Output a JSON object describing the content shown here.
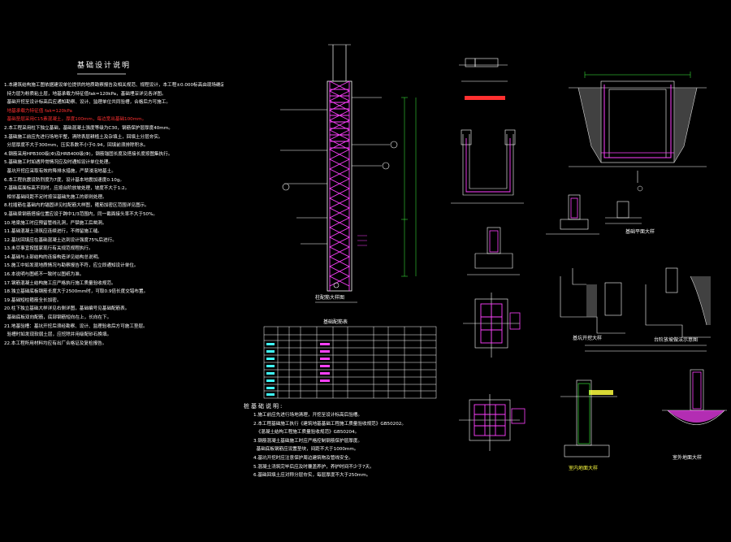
{
  "design_notes": {
    "title": "基础设计说明"
  },
  "column_section": {
    "caption": "柱配筋大样图"
  },
  "table": {
    "caption": "基础配筋表"
  },
  "construction_notes": {
    "title": "桩基础说明:"
  },
  "details": {
    "foundation_caption": "基础平面大样",
    "pit_caption": "基坑开挖大样",
    "step_caption": "台阶放坡做法示意图",
    "pile_caption_left": "室内地面大样",
    "pile_caption_right": "室外地面大样"
  },
  "colors": {
    "background": "#000000",
    "line": "#ffffff",
    "rebar": "#ff40ff",
    "dimension": "#40ff40",
    "note": "#ff3030",
    "highlight": "#ffff40",
    "cyan": "#40ffff"
  }
}
